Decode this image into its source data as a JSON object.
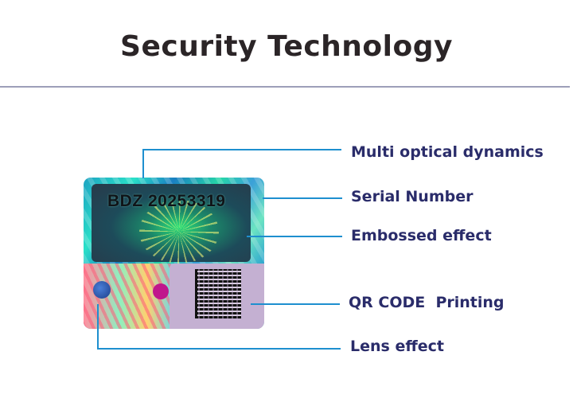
{
  "header": {
    "title": "Security Technology"
  },
  "hologram": {
    "serial_number": "BDZ 20253319"
  },
  "features": [
    {
      "id": "multi-optical",
      "label": "Multi optical dynamics"
    },
    {
      "id": "serial-number",
      "label": "Serial Number"
    },
    {
      "id": "embossed",
      "label": "Embossed effect"
    },
    {
      "id": "qr-code",
      "label": "QR CODE  Printing"
    },
    {
      "id": "lens",
      "label": "Lens effect"
    }
  ],
  "colors": {
    "title": "#2b2527",
    "divider": "#9d9fb9",
    "leader_line": "#1e8fcf",
    "label_text": "#2a2c6a"
  }
}
